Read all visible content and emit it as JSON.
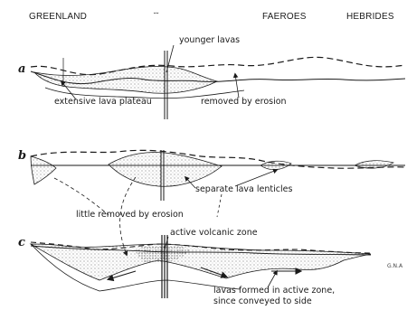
{
  "places": {
    "greenland": "GREENLAND",
    "iceland": "˘˘",
    "faeroes": "FAEROES",
    "hebrides": "HEBRIDES"
  },
  "stages": {
    "a": "a",
    "b": "b",
    "c": "c"
  },
  "labels": {
    "younger_lavas": "younger lavas",
    "extensive_lava_plateau": "extensive lava plateau",
    "removed_by_erosion": "removed by erosion",
    "separate_lava_lenticles": "separate lava lenticles",
    "little_removed_by_erosion": "little removed by erosion",
    "active_volcanic_zone": "active volcanic zone",
    "lavas_formed_line1": "lavas formed in active zone,",
    "lavas_formed_line2": "since conveyed to side"
  },
  "signature": "G.N.A",
  "colors": {
    "ink": "#1a1a1a",
    "stipple": "#555555",
    "background": "#ffffff"
  }
}
